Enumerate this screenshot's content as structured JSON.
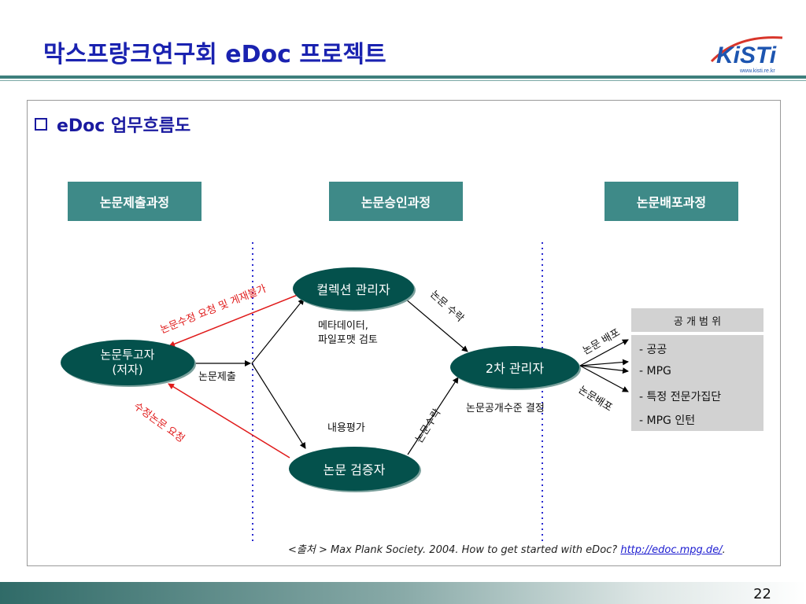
{
  "title": "막스프랑크연구회 eDoc 프로젝트",
  "logo": {
    "text": "KiSTi",
    "url": "www.kisti.re.kr"
  },
  "heading": "eDoc 업무흐름도",
  "phases": [
    "논문제출과정",
    "논문승인과정",
    "논문배포과정"
  ],
  "nodes": {
    "author": {
      "line1": "논문투고자",
      "line2": "(저자)"
    },
    "collection": "컬렉션 관리자",
    "second": "2차 관리자",
    "reviewer": "논문 검증자"
  },
  "labels": {
    "revision_request": "논문수정 요청 및 게재불가",
    "metadata_line1": "메타데이터,",
    "metadata_line2": "파일포맷 검토",
    "submit": "논문제출",
    "accept_top": "논문 수락",
    "accept_bottom": "논문수락",
    "content_review": "내용평가",
    "fix_request": "수정논문 요청",
    "disclosure": "논문공개수준 결정",
    "distribute_top": "논문 배포",
    "distribute_bottom": "논문배포"
  },
  "scope": {
    "header": "공 개 범 위",
    "items": [
      "- 공공",
      "- MPG",
      "- 특정 전문가집단",
      "- MPG 인턴"
    ]
  },
  "source": {
    "prefix": "<출처 > Max Plank Society. 2004. How to get started with eDoc? ",
    "link": "http://edoc.mpg.de/",
    "suffix": "."
  },
  "page_number": "22",
  "colors": {
    "title": "#1a22b0",
    "node": "#04514c",
    "phase": "#3e8a88",
    "red_arrow": "#e01a1a",
    "divider": "#2a2ad0"
  }
}
